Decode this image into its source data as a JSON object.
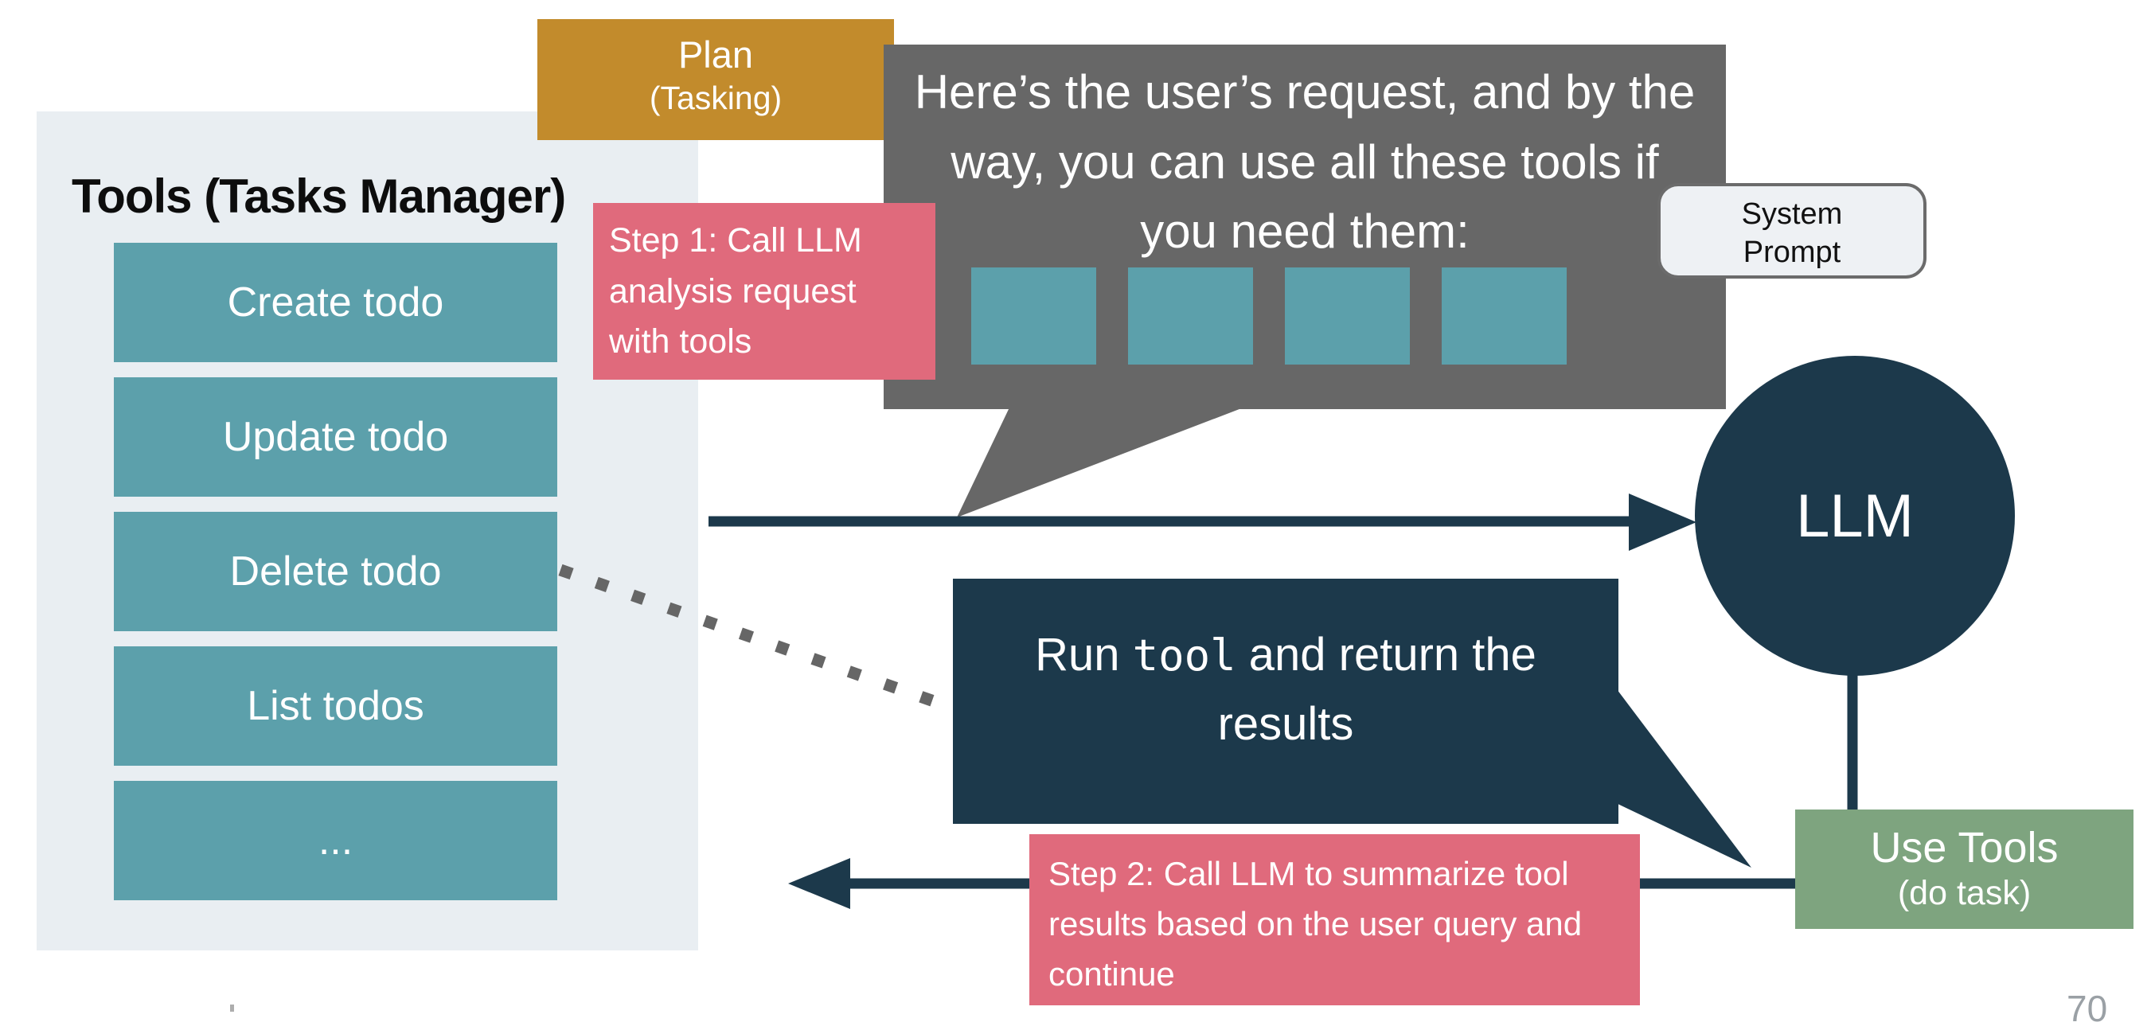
{
  "slide": {
    "page_number": "70"
  },
  "tools_panel": {
    "title": "Tools (Tasks Manager)",
    "buttons": [
      "Create todo",
      "Update todo",
      "Delete todo",
      "List todos",
      "..."
    ]
  },
  "plan_badge": {
    "title": "Plan",
    "subtitle": "(Tasking)"
  },
  "request_bubble": {
    "text": "Here’s the user’s request, and by the way, you can use all these tools if you need them:",
    "tool_count": 4
  },
  "system_prompt_tag": {
    "line1": "System",
    "line2": "Prompt"
  },
  "step1_note": {
    "text": "Step 1: Call LLM analysis request with tools"
  },
  "llm_node": {
    "label": "LLM"
  },
  "run_tool_bubble": {
    "prefix": "Run ",
    "code": "tool",
    "suffix": " and return the results"
  },
  "use_tools_node": {
    "title": "Use Tools",
    "subtitle": "(do task)"
  },
  "step2_note": {
    "text": "Step 2: Call LLM to summarize tool results based on the user query and continue"
  },
  "colors": {
    "teal": "#5ca0ab",
    "pink": "#e06a7c",
    "gold": "#c28b2c",
    "navy": "#1c394b",
    "green": "#7ea47f",
    "gray_bubble": "#676767",
    "panel_bg": "#e9eef2"
  }
}
